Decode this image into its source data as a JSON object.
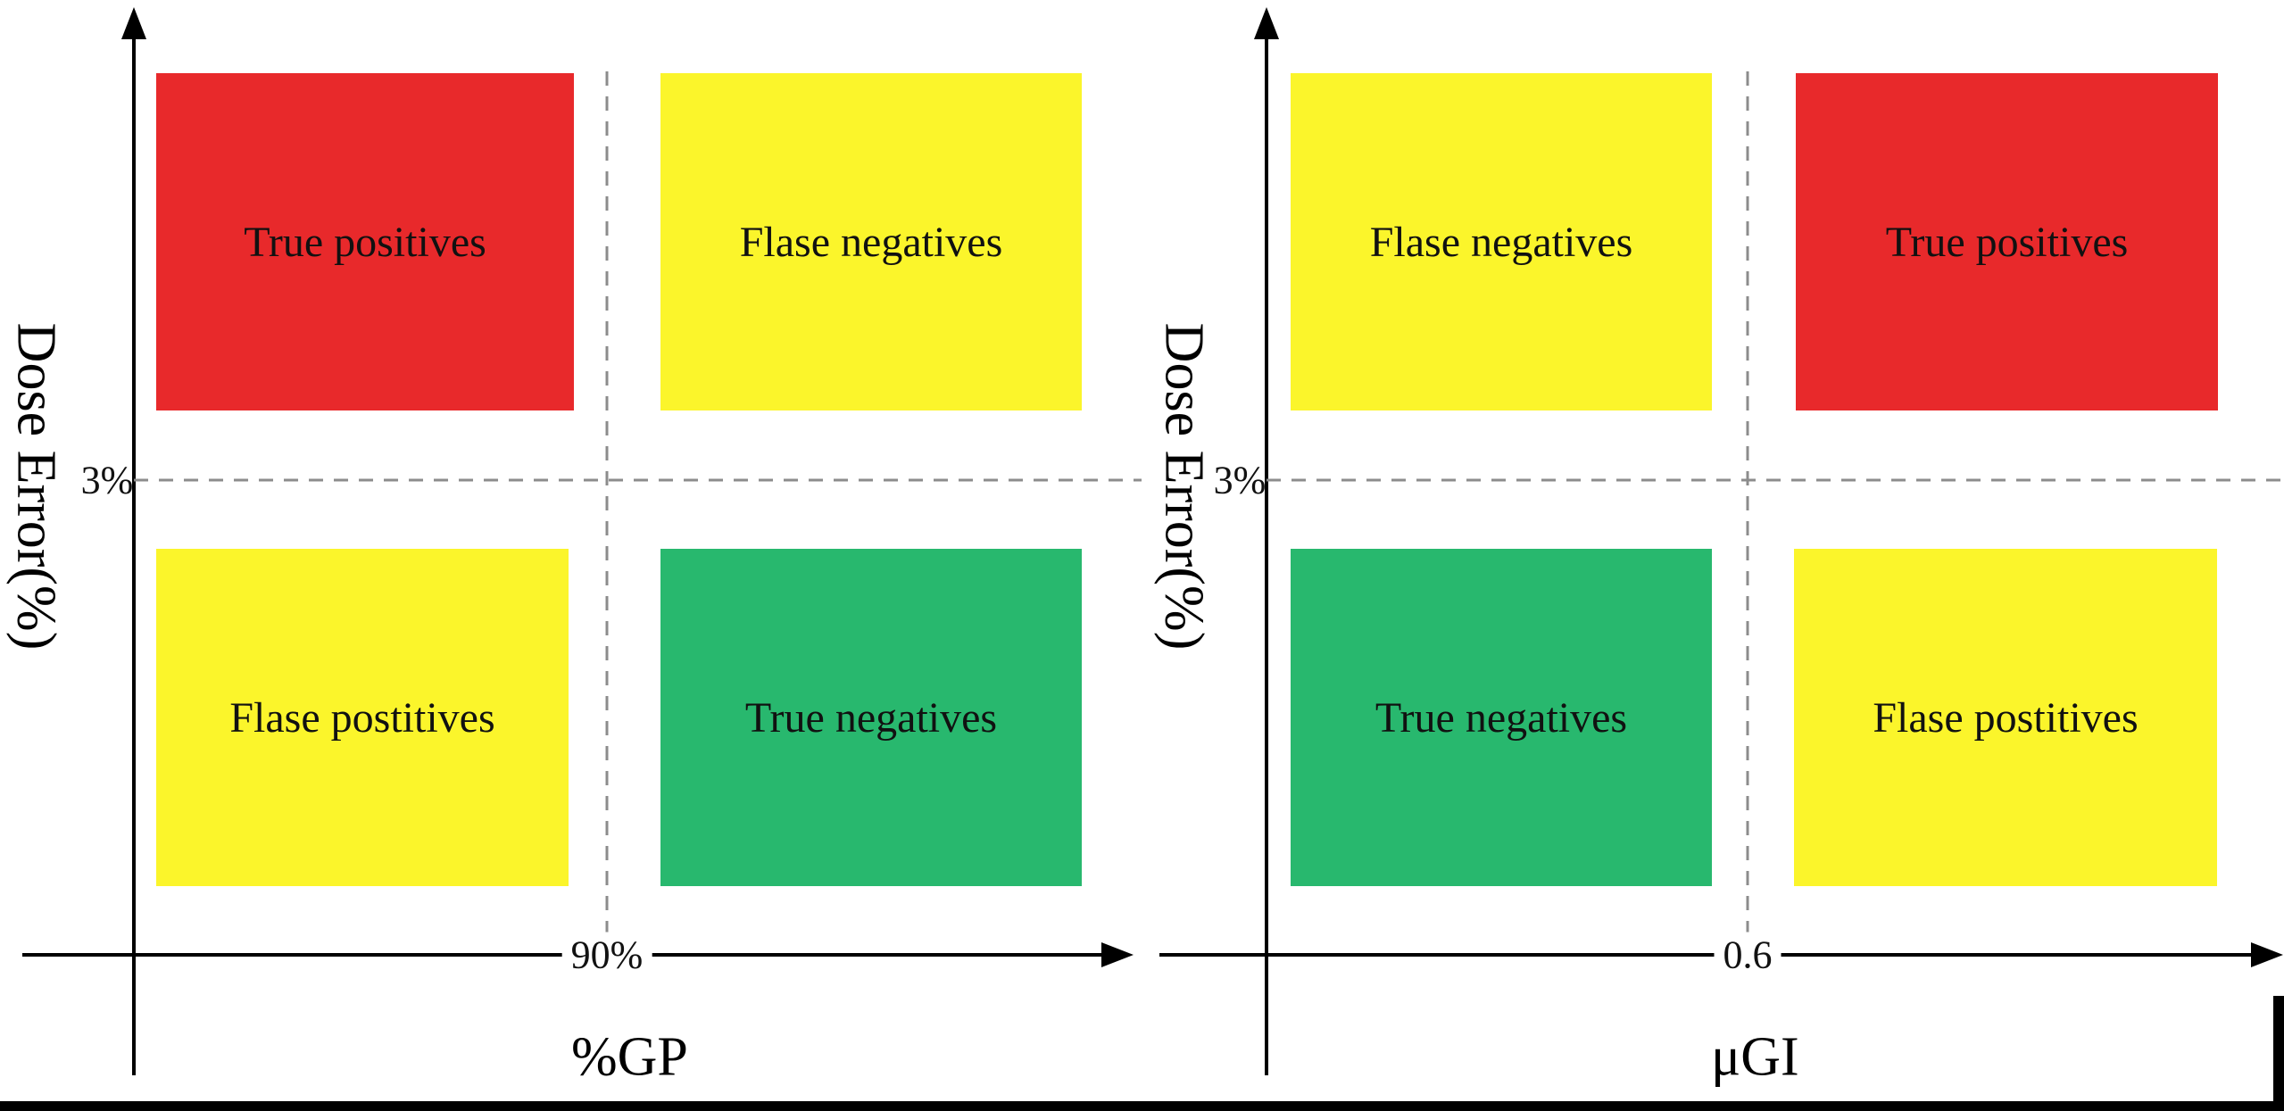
{
  "colors": {
    "red": "#e8292b",
    "yellow": "#fbf52b",
    "green": "#28b86e",
    "axis": "#000000",
    "dashed": "#8c8c8c"
  },
  "left_panel": {
    "y_axis_label": "Dose Error(%)",
    "y_threshold": "3%",
    "x_threshold": "90%",
    "x_axis_label": "%GP",
    "quadrants": {
      "top_left": {
        "label": "True positives",
        "color": "red"
      },
      "top_right": {
        "label": "Flase negatives",
        "color": "yellow"
      },
      "bottom_left": {
        "label": "Flase postitives",
        "color": "yellow"
      },
      "bottom_right": {
        "label": "True negatives",
        "color": "green"
      }
    }
  },
  "right_panel": {
    "y_axis_label": "Dose Error(%)",
    "y_threshold": "3%",
    "x_threshold": "0.6",
    "x_axis_label": "μGI",
    "quadrants": {
      "top_left": {
        "label": "Flase negatives",
        "color": "yellow"
      },
      "top_right": {
        "label": "True positives",
        "color": "red"
      },
      "bottom_left": {
        "label": "True negatives",
        "color": "green"
      },
      "bottom_right": {
        "label": "Flase postitives",
        "color": "yellow"
      }
    }
  }
}
